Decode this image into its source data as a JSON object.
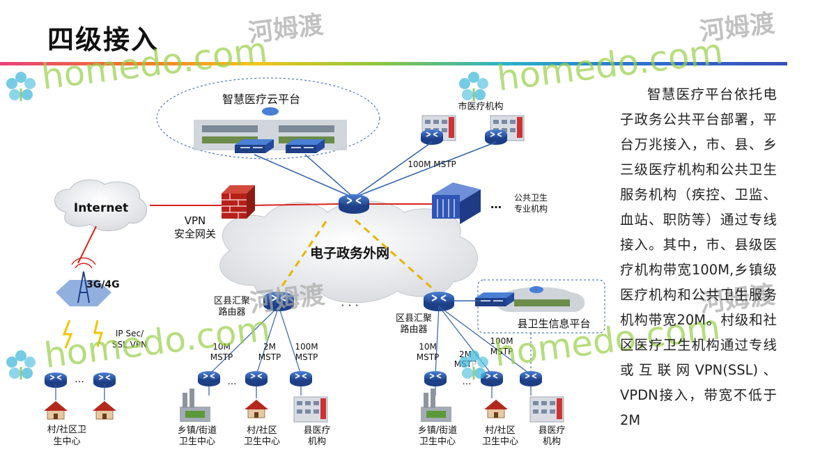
{
  "title": "四级接入",
  "description": "智慧医疗平台依托电子政务公共平台部署，平台万兆接入，市、县、乡三级医疗机构和公共卫生服务机构（疾控、卫监、血站、职防等）通过专线接入。其中，市、县级医疗机构带宽100M,乡镇级医疗机构和公共卫生服务机构带宽20M。村级和社区医疗卫生机构通过专线或互联网VPN(SSL)、VPDN接入，带宽不低于2M",
  "diagram": {
    "cloud_platform": "智慧医疗云平台",
    "city_hospital": "市医疗机构",
    "core_link": "100M MSTP",
    "public_health": "公共卫生专业机构",
    "public_health_dots": "…",
    "internet": "Internet",
    "vpn_gateway": [
      "VPN",
      "安全网关"
    ],
    "egov_network": "电子政务外网",
    "wireless": "3G/4G",
    "vpn_link": [
      "IP Sec/",
      "SSL VPN"
    ],
    "district_router_left": [
      "区县汇聚",
      "路由器"
    ],
    "district_router_right": [
      "区县汇聚",
      "路由器"
    ],
    "middle_dots": "· · ·",
    "county_platform": "县卫生信息平台",
    "left_links": [
      [
        "10M",
        "MSTP"
      ],
      [
        "2M",
        "MSTP"
      ],
      [
        "100M",
        "MSTP"
      ]
    ],
    "right_links": [
      [
        "10M",
        "MSTP"
      ],
      [
        "2M",
        "MSTP"
      ],
      [
        "100M",
        "MSTP"
      ]
    ],
    "village_left": [
      "村/社区卫",
      "生中心"
    ],
    "village_dots": "…",
    "left_dots": "…",
    "right_dots": "…",
    "left_sites": [
      [
        "乡镇/街道",
        "卫生中心"
      ],
      [
        "村/社区",
        "卫生中心"
      ],
      [
        "县医疗",
        "机构"
      ]
    ],
    "right_sites": [
      [
        "乡镇/街道",
        "卫生中心"
      ],
      [
        "村/社区",
        "卫生中心"
      ],
      [
        "县医疗",
        "机构"
      ]
    ]
  },
  "watermark": {
    "latin": "homedo.com",
    "chinese": "河姆渡"
  },
  "colors": {
    "wan_link": "#d9221a",
    "dashed_link": "#e5b400",
    "lan_link": "#2f5ea8",
    "router": "#2a5bb0",
    "watermark_green": "#9ad04c",
    "watermark_cyan": "#33c5dd",
    "watermark_gray": "#a9a9a9"
  }
}
